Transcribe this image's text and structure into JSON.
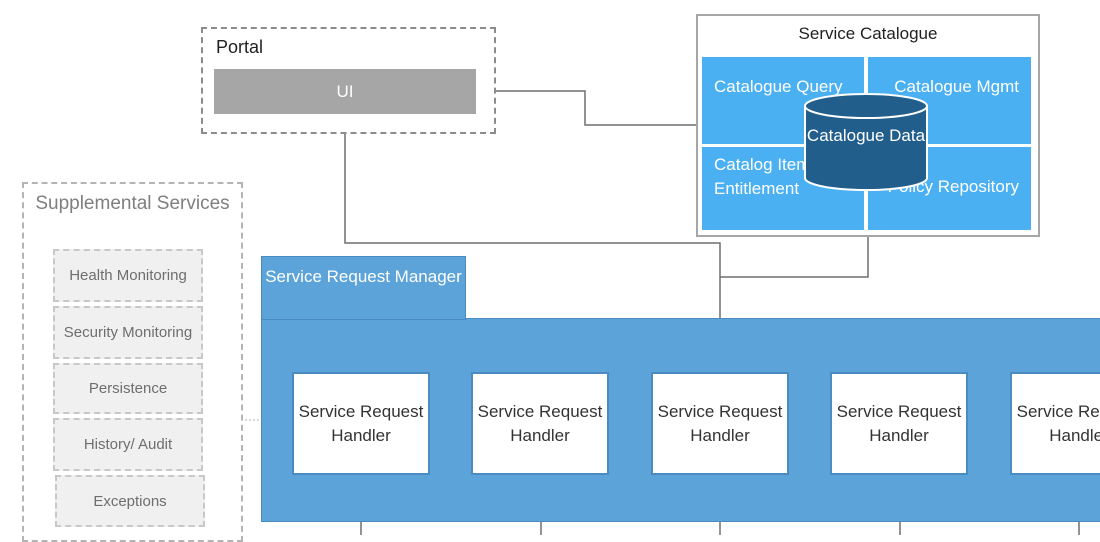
{
  "portal": {
    "title": "Portal",
    "ui_label": "UI"
  },
  "catalogue": {
    "title": "Service Catalogue",
    "quadrants": {
      "top_left": "Catalogue Query",
      "top_right": "Catalogue Mgmt",
      "bottom_left": "Catalog Item Entitlement",
      "bottom_right": "Policy Repository"
    },
    "data_store": "Catalogue Data"
  },
  "supplemental": {
    "title": "Supplemental Services",
    "items": [
      "Health Monitoring",
      "Security Monitoring",
      "Persistence",
      "History/ Audit",
      "Exceptions"
    ]
  },
  "manager": {
    "title": "Service Request Manager",
    "handlers": [
      "Service Request Handler",
      "Service Request Handler",
      "Service Request Handler",
      "Service Request Handler",
      "Service Request Handler"
    ]
  },
  "colors": {
    "catalogue_quadrant": "#4ab0f2",
    "database": "#215e8c",
    "manager": "#5ba3d9",
    "ui_bar": "#a6a6a6"
  }
}
